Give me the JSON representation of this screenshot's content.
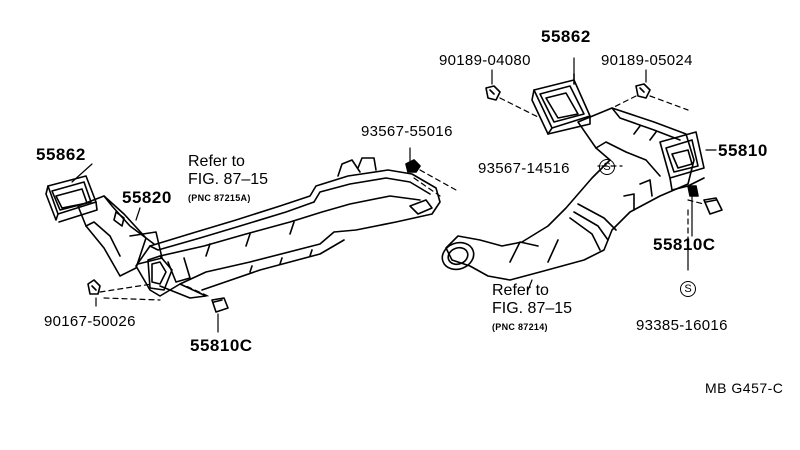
{
  "labels": {
    "p55862_left": "55862",
    "p55820": "55820",
    "ref_left_line1": "Refer to",
    "ref_left_line2": "FIG. 87–15",
    "ref_left_pnc": "(PNC 87215A)",
    "p93567_55016": "93567-55016",
    "p90167_50026": "90167-50026",
    "p55810C_left": "55810C",
    "p55862_right": "55862",
    "p90189_04080": "90189-04080",
    "p90189_05024": "90189-05024",
    "p55810": "55810",
    "p93567_14516": "93567-14516",
    "p55810C_right": "55810C",
    "p93385_16016": "93385-16016",
    "ref_right_line1": "Refer to",
    "ref_right_line2": "FIG. 87–15",
    "ref_right_pnc": "(PNC 87214)",
    "diagram_code": "MB G457-C",
    "s_symbol": "S"
  }
}
